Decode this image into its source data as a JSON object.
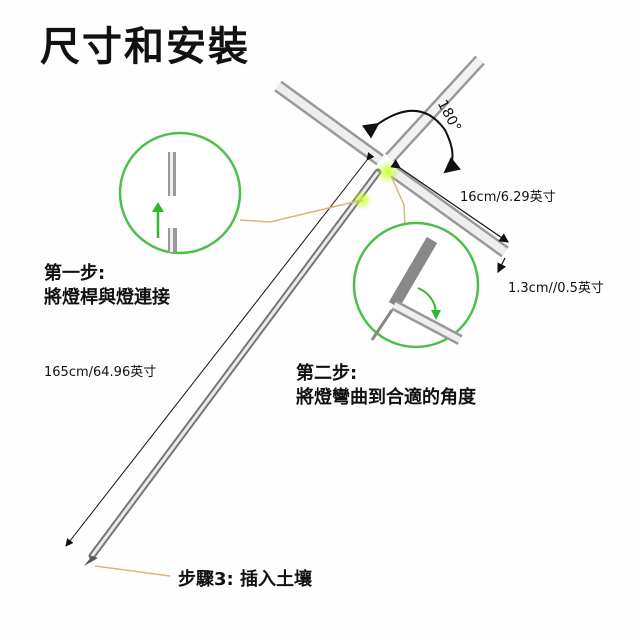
{
  "title": "尺寸和安裝",
  "angle_label": "180°",
  "bar_length": "16cm/6.29英寸",
  "bar_width": "1.3cm//0.5英寸",
  "pole_length": "165cm/64.96英寸",
  "step1": {
    "heading": "第一步:",
    "text": "將燈桿與燈連接"
  },
  "step2": {
    "heading": "第二步:",
    "text": "將燈彎曲到合適的角度"
  },
  "step3": {
    "text": "步驟3: 插入土壤"
  },
  "colors": {
    "highlight": "#39c83a",
    "callout_line": "#d9b57a",
    "glow": "#c8ff2a"
  }
}
